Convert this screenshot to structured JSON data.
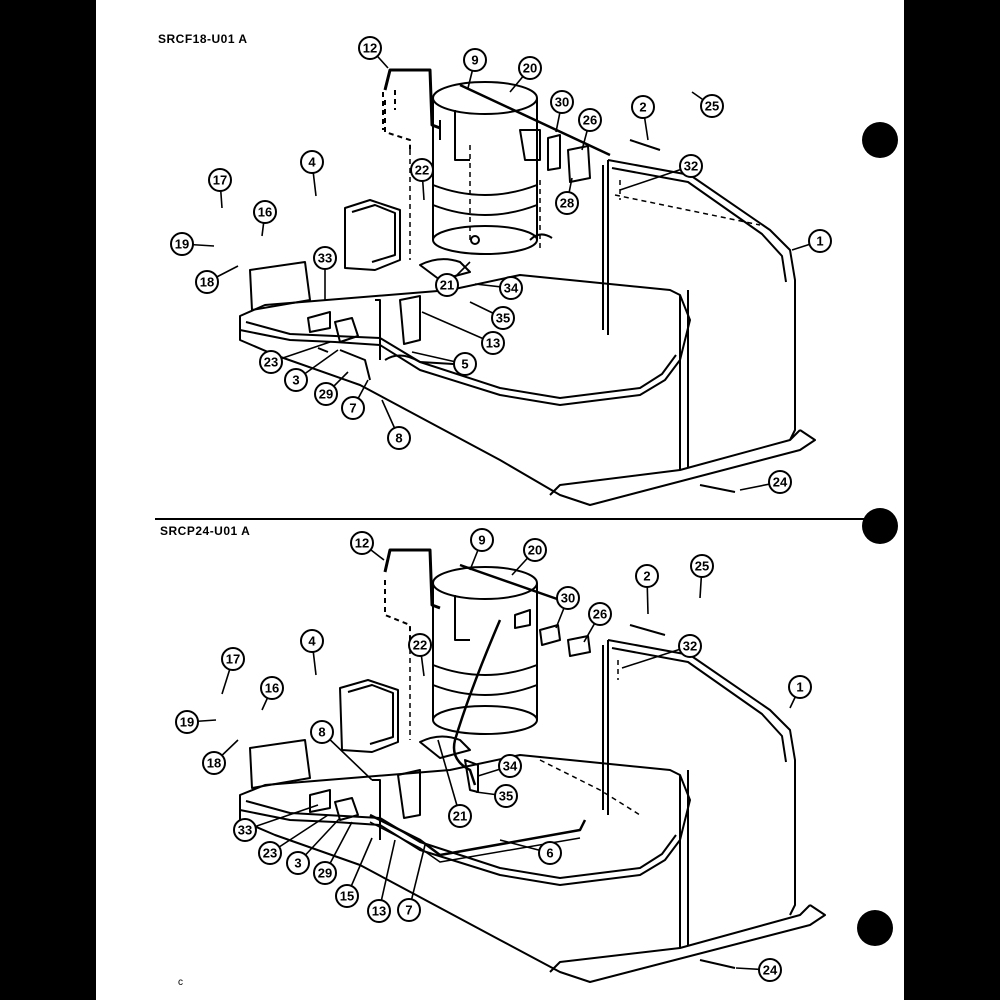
{
  "page": {
    "background": "#ffffff",
    "ink": "#000000"
  },
  "top_diagram": {
    "title": "SRCF18-U01 A",
    "callouts": [
      "12",
      "9",
      "20",
      "25",
      "30",
      "26",
      "2",
      "4",
      "22",
      "17",
      "16",
      "32",
      "28",
      "1",
      "19",
      "18",
      "33",
      "21",
      "34",
      "35",
      "13",
      "23",
      "5",
      "3",
      "29",
      "7",
      "8",
      "24"
    ]
  },
  "bottom_diagram": {
    "title": "SRCP24-U01 A",
    "callouts": [
      "12",
      "9",
      "20",
      "25",
      "2",
      "30",
      "26",
      "32",
      "4",
      "22",
      "17",
      "16",
      "1",
      "19",
      "8",
      "18",
      "34",
      "21",
      "35",
      "6",
      "33",
      "23",
      "3",
      "29",
      "15",
      "13",
      "7",
      "24"
    ]
  },
  "footer_mark": "c"
}
